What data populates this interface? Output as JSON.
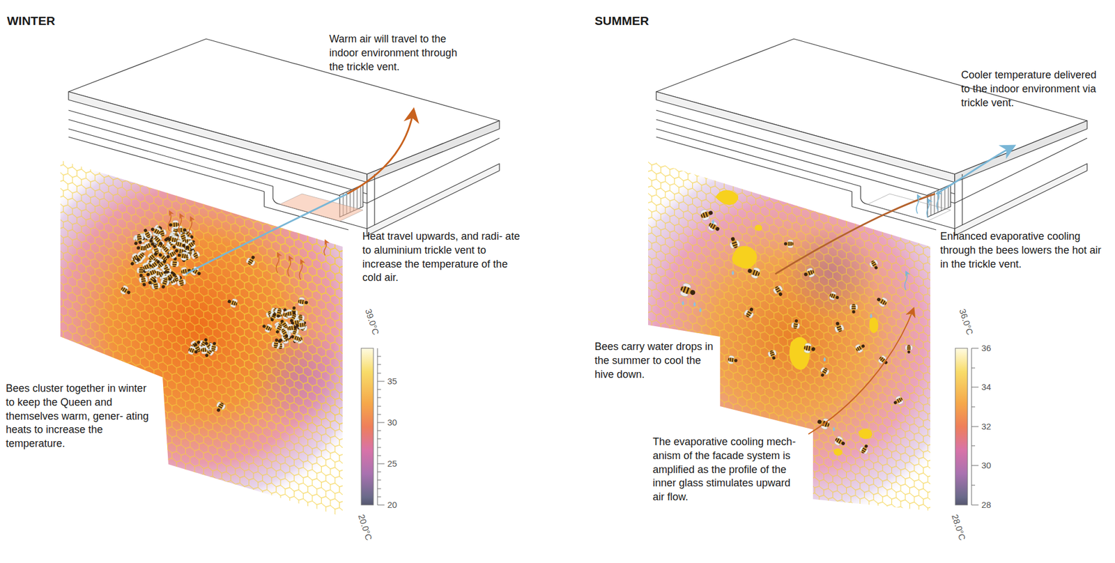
{
  "diagram": {
    "labels": [
      "WINTER",
      "Warm air will travel to the indoor environment through the trickle vent.",
      "Heat travel upwards, and radi- ate to aluminium trickle vent to increase the temperature of the cold air.",
      "Bees cluster together in winter to keep the Queen and themselves warm, gener- ating heats to increase the temperature.",
      "39.0°C",
      "35",
      "30",
      "25",
      "20",
      "20.0°C",
      "SUMMER",
      "Cooler temperature delivered to the indoor environment via trickle vent.",
      "Enhanced evaporative cooling through the bees lowers the hot air in the trickle vent.",
      "Bees carry water drops in the summer to cool the hive down.",
      "The evaporative cooling mech- anism of the facade system is amplified as the profile of the inner glass stimulates upward air flow.",
      "36.0°C",
      "36",
      "34",
      "32",
      "30",
      "28",
      "28.0°C"
    ]
  }
}
